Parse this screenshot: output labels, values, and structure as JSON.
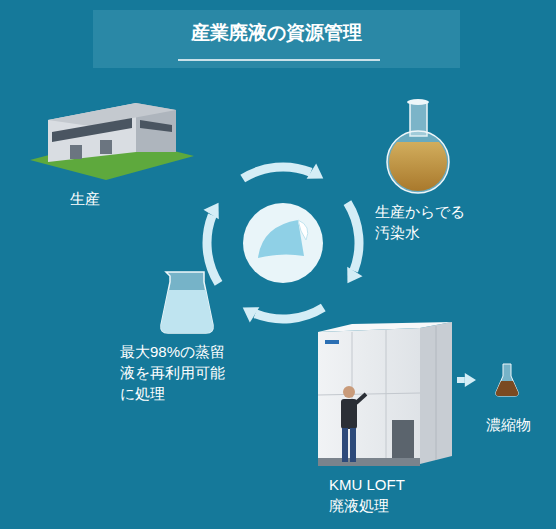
{
  "diagram": {
    "title": "産業廃液の資源管理",
    "nodes": [
      {
        "text": [
          "生産"
        ]
      },
      {
        "text": [
          "生産からでる 汚染水"
        ]
      },
      {
        "text": [
          "最大98%の蒸留 液を再利用可能 に処理"
        ]
      },
      {
        "text": [
          "KMU LOFT 廃液処理"
        ]
      },
      {
        "text": [
          "濃縮物"
        ]
      }
    ],
    "edges": [
      {
        "from": 0,
        "to": 1,
        "arrow": "to"
      },
      {
        "from": 1,
        "to": 3,
        "arrow": "to"
      },
      {
        "from": 3,
        "to": 2,
        "arrow": "to"
      },
      {
        "from": 2,
        "to": 0,
        "arrow": "to"
      },
      {
        "from": 3,
        "to": 4,
        "arrow": "to"
      }
    ]
  }
}
